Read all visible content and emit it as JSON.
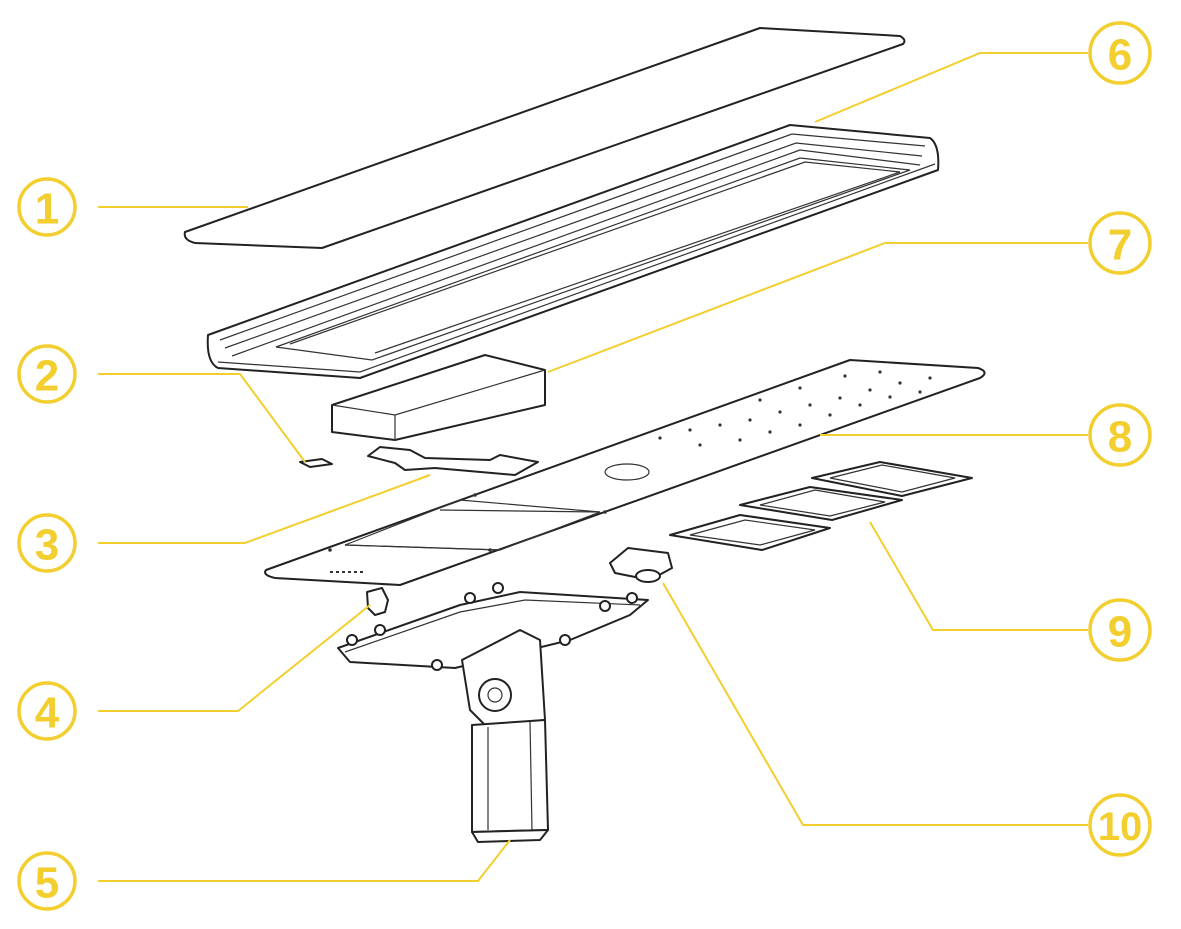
{
  "colors": {
    "accent": "#f2ce2e",
    "line": "#222222",
    "background": "#ffffff"
  },
  "callouts": [
    {
      "id": "1",
      "label": "1"
    },
    {
      "id": "2",
      "label": "2"
    },
    {
      "id": "3",
      "label": "3"
    },
    {
      "id": "4",
      "label": "4"
    },
    {
      "id": "5",
      "label": "5"
    },
    {
      "id": "6",
      "label": "6"
    },
    {
      "id": "7",
      "label": "7"
    },
    {
      "id": "8",
      "label": "8"
    },
    {
      "id": "9",
      "label": "9"
    },
    {
      "id": "10",
      "label": "10"
    }
  ]
}
